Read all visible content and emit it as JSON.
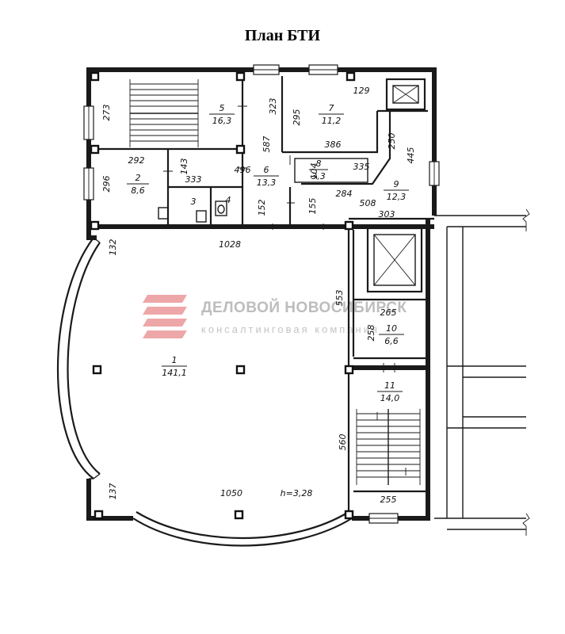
{
  "title": "План БТИ",
  "watermark": {
    "company": "ДЕЛОВОЙ НОВОСИБИРСК",
    "subtitle": "консалтинговая компания",
    "brand_color": "#e03a3e"
  },
  "rooms": [
    {
      "number": "1",
      "area": "141,1"
    },
    {
      "number": "2",
      "area": "8,6"
    },
    {
      "number": "3",
      "area": ""
    },
    {
      "number": "4",
      "area": ""
    },
    {
      "number": "5",
      "area": "16,3"
    },
    {
      "number": "6",
      "area": "13,3"
    },
    {
      "number": "7",
      "area": "11,2"
    },
    {
      "number": "8",
      "area": "3,3"
    },
    {
      "number": "9",
      "area": "12,3"
    },
    {
      "number": "10",
      "area": "6,6"
    },
    {
      "number": "11",
      "area": "14,0"
    }
  ],
  "dimensions": [
    "129",
    "273",
    "323",
    "295",
    "587",
    "386",
    "250",
    "445",
    "292",
    "143",
    "296",
    "333",
    "496",
    "104",
    "335",
    "284",
    "152",
    "155",
    "508",
    "303",
    "132",
    "1028",
    "553",
    "265",
    "258",
    "560",
    "137",
    "1050",
    "255"
  ],
  "ceiling_height": "h=3,28"
}
